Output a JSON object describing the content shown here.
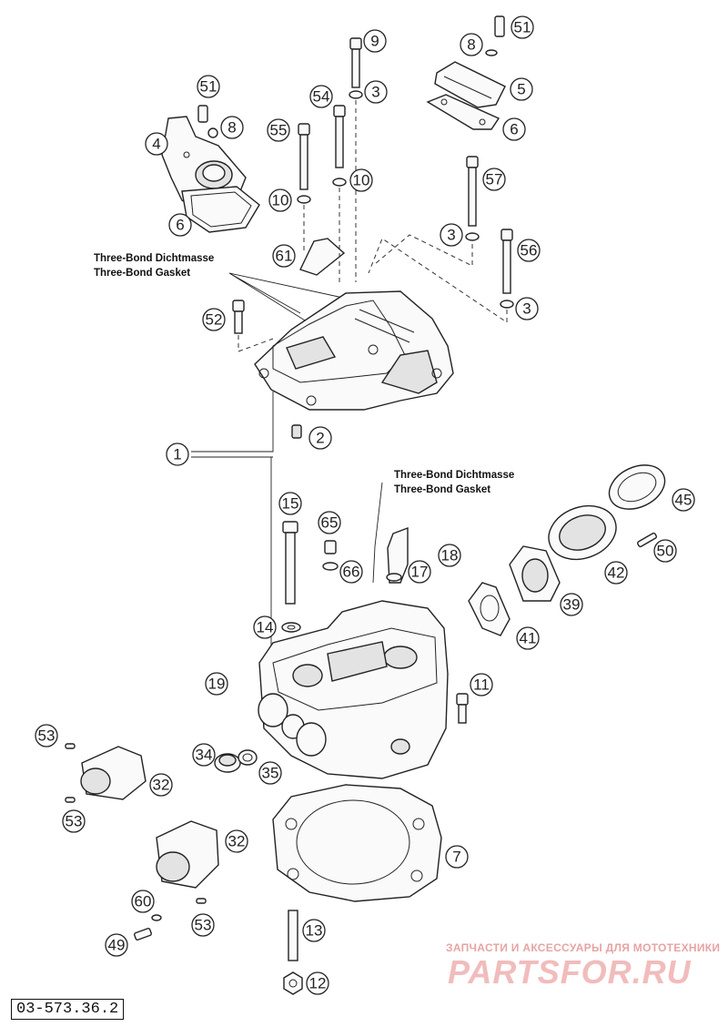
{
  "diagram": {
    "reference_code": "03-573.36.2",
    "notes": {
      "upper_line1": "Three-Bond Dichtmasse",
      "upper_line2": "Three-Bond Gasket",
      "lower_line1": "Three-Bond Dichtmasse",
      "lower_line2": "Three-Bond Gasket"
    },
    "watermark": {
      "tagline": "ЗАПЧАСТИ И АКСЕССУАРЫ ДЛЯ МОТОТЕХНИКИ",
      "logo": "PARTSFOR.RU"
    },
    "callouts": [
      "51",
      "8",
      "9",
      "3",
      "8",
      "51",
      "5",
      "6",
      "4",
      "6",
      "54",
      "55",
      "10",
      "10",
      "57",
      "61",
      "3",
      "56",
      "3",
      "52",
      "2",
      "1",
      "15",
      "65",
      "18",
      "17",
      "66",
      "45",
      "50",
      "42",
      "39",
      "41",
      "14",
      "19",
      "11",
      "53",
      "32",
      "34",
      "35",
      "53",
      "32",
      "7",
      "60",
      "53",
      "49",
      "13",
      "12"
    ]
  }
}
